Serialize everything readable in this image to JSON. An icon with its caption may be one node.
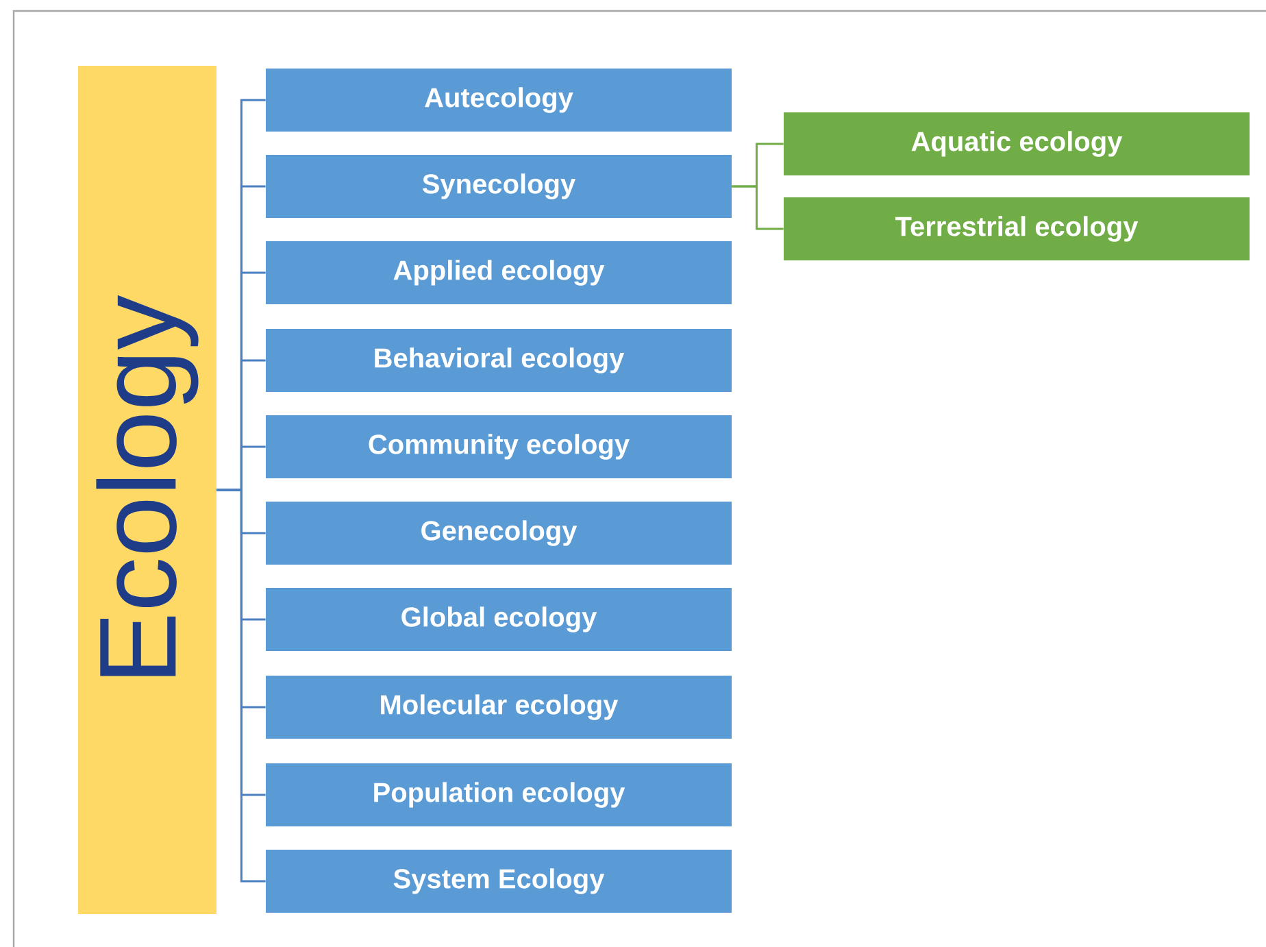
{
  "diagram": {
    "nodes": [
      {
        "text": [
          "Ecology"
        ]
      },
      {
        "text": [
          "Autecology"
        ]
      },
      {
        "text": [
          "Synecology"
        ]
      },
      {
        "text": [
          "Applied ecology"
        ]
      },
      {
        "text": [
          "Behavioral ecology"
        ]
      },
      {
        "text": [
          "Community ecology"
        ]
      },
      {
        "text": [
          "Genecology"
        ]
      },
      {
        "text": [
          "Global ecology"
        ]
      },
      {
        "text": [
          "Molecular ecology"
        ]
      },
      {
        "text": [
          "Population ecology"
        ]
      },
      {
        "text": [
          "System Ecology"
        ]
      },
      {
        "text": [
          "Aquatic ecology"
        ]
      },
      {
        "text": [
          "Terrestrial ecology"
        ]
      }
    ],
    "edges": [
      {
        "from": 0,
        "to": 1,
        "arrow": "none"
      },
      {
        "from": 0,
        "to": 2,
        "arrow": "none"
      },
      {
        "from": 0,
        "to": 3,
        "arrow": "none"
      },
      {
        "from": 0,
        "to": 4,
        "arrow": "none"
      },
      {
        "from": 0,
        "to": 5,
        "arrow": "none"
      },
      {
        "from": 0,
        "to": 6,
        "arrow": "none"
      },
      {
        "from": 0,
        "to": 7,
        "arrow": "none"
      },
      {
        "from": 0,
        "to": 8,
        "arrow": "none"
      },
      {
        "from": 0,
        "to": 9,
        "arrow": "none"
      },
      {
        "from": 0,
        "to": 10,
        "arrow": "none"
      },
      {
        "from": 2,
        "to": 11,
        "arrow": "none",
        "color": "#70ad47"
      },
      {
        "from": 2,
        "to": 12,
        "arrow": "none",
        "color": "#70ad47"
      }
    ]
  }
}
